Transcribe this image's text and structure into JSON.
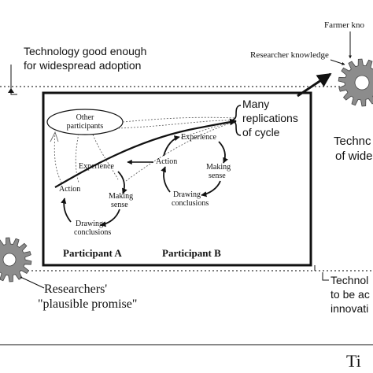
{
  "labels": {
    "tech_good_line1": "Technology good enough",
    "tech_good_line2": "for widespread adoption",
    "farmer_knowledge": "Farmer kno",
    "researcher_knowledge": "Researcher knowledge",
    "other_participants_line1": "Other",
    "other_participants_line2": "participants",
    "many_line1": "Many",
    "many_line2": "replications",
    "many_line3": "of cycle",
    "tech_right_line1": "Technc",
    "tech_right_line2": "of wide",
    "participant_a": "Participant  A",
    "participant_b": "Participant  B",
    "researchers_line1": "Researchers'",
    "researchers_line2": "\"plausible promise\"",
    "tech_low_line1": "Technol",
    "tech_low_line2": "to be ac",
    "tech_low_line3": "innovati",
    "time_label": "Ti"
  },
  "cycles": [
    {
      "experience": "Experience",
      "action": "Action",
      "making_line1": "Making",
      "making_line2": "sense",
      "drawing_line1": "Drawing",
      "drawing_line2": "conclusions"
    },
    {
      "experience": "Experience",
      "action": "Action",
      "making_line1": "Making",
      "making_line2": "sense",
      "drawing_line1": "Drawing",
      "drawing_line2": "conclusions"
    }
  ],
  "colors": {
    "ink": "#111111",
    "gear": "#8c8c8c",
    "dotted": "#555555"
  }
}
